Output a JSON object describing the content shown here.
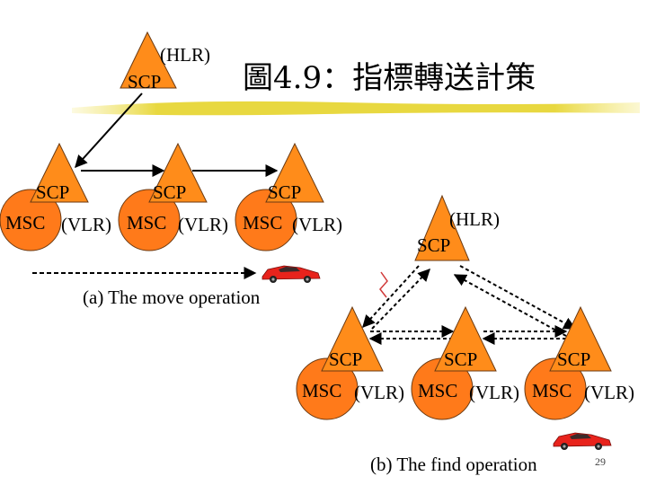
{
  "title": "圖4.9：指標轉送計策",
  "labels": {
    "scp": "SCP",
    "msc": "MSC",
    "vlr": "(VLR)",
    "hlr": "(HLR)"
  },
  "captions": {
    "move": "(a) The move operation",
    "find": "(b) The find operation"
  },
  "page_number": "29",
  "colors": {
    "triangle": "#ff8c1a",
    "circle": "#ff7a1a",
    "outline": "#6b3a12",
    "car": "#e8231c",
    "title_brush": "#e8d840",
    "broken_link": "#d13a3a"
  }
}
